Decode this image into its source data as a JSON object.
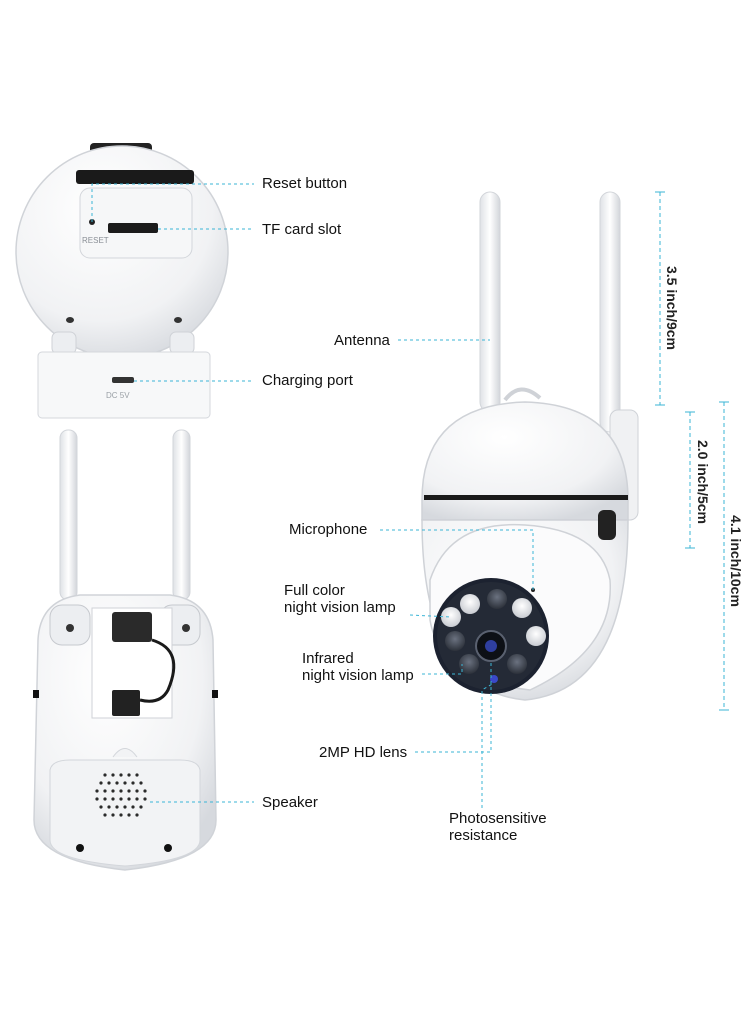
{
  "labels": {
    "reset": "Reset button",
    "tf": "TF card slot",
    "charging": "Charging port",
    "speaker": "Speaker",
    "antenna": "Antenna",
    "microphone": "Microphone",
    "fullcolor_1": "Full color",
    "fullcolor_2": "night vision lamp",
    "infrared_1": "Infrared",
    "infrared_2": "night vision lamp",
    "lens": "2MP HD lens",
    "photo_1": "Photosensitive",
    "photo_2": "resistance"
  },
  "dimensions": {
    "antenna": "3.5 inch/9cm",
    "head": "2.0 inch/5cm",
    "total": "4.1 inch/10cm"
  },
  "device_marks": {
    "reset_text": "RESET",
    "dc_text": "DC  5V"
  },
  "colors": {
    "leader": "#3bb5d6",
    "body": "#ffffff",
    "lens": "#1c2230"
  }
}
